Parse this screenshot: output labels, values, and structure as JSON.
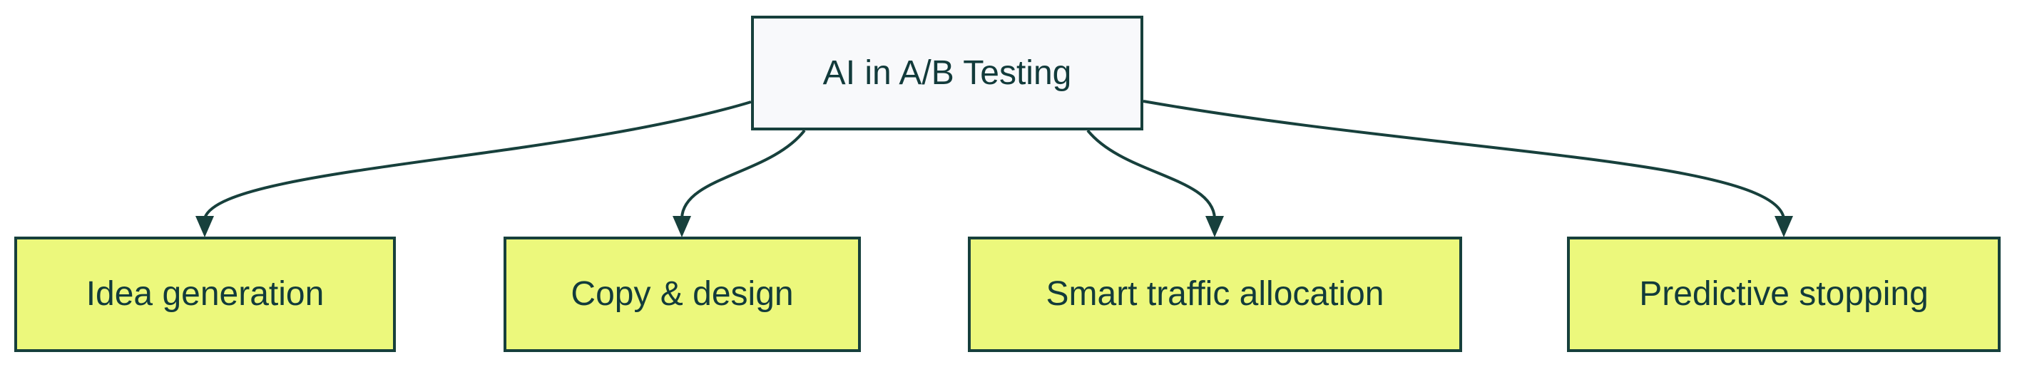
{
  "diagram": {
    "type": "flowchart",
    "direction": "top-down",
    "root": {
      "label": "AI in A/B Testing"
    },
    "children": [
      {
        "label": "Idea generation"
      },
      {
        "label": "Copy & design"
      },
      {
        "label": "Smart traffic allocation"
      },
      {
        "label": "Predictive stopping"
      }
    ],
    "edges": [
      {
        "from": "AI in A/B Testing",
        "to": "Idea generation"
      },
      {
        "from": "AI in A/B Testing",
        "to": "Copy & design"
      },
      {
        "from": "AI in A/B Testing",
        "to": "Smart traffic allocation"
      },
      {
        "from": "AI in A/B Testing",
        "to": "Predictive stopping"
      }
    ],
    "colors": {
      "background": "#FFFFFF",
      "root_fill": "#F8F9FB",
      "root_border": "#17403C",
      "child_fill": "#ECF87C",
      "child_border": "#17403C",
      "text": "#123B3B",
      "edge": "#17403C"
    }
  }
}
